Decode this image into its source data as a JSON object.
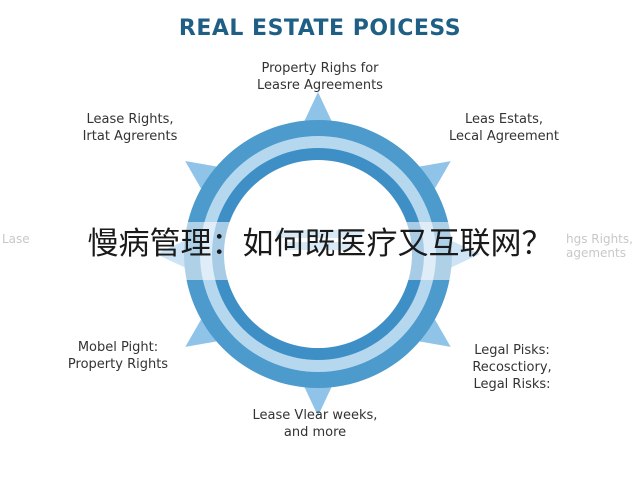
{
  "title": "REAL ESTATE POICESS",
  "colors": {
    "title": "#1f5f86",
    "ring_outer": "#4d9acd",
    "ring_inner": "#b5d8ef",
    "ring_mid": "#3f8fc7",
    "pointer": "#8fc4e8",
    "label": "#333333"
  },
  "nodes": [
    {
      "lines": [
        "Property Righs for",
        "Leasre Agreements"
      ]
    },
    {
      "lines": [
        "Leas Estats,",
        "Lecal Agreement"
      ]
    },
    {
      "lines": [
        "Legal Pisks:",
        "Recosctiory,",
        "Legal Risks:"
      ]
    },
    {
      "lines": [
        "Lease Vlear weeks,",
        "and more"
      ]
    },
    {
      "lines": [
        "Mobel Pight:",
        "Property Rights"
      ]
    },
    {
      "lines": [
        "Lease Rights,",
        "Irtat Agrerents"
      ]
    }
  ],
  "overlay_text": "慢病管理：如何既医疗又互联网？",
  "ghost_left": "Lase",
  "ghost_right": [
    "hgs Rights,",
    "agements"
  ]
}
